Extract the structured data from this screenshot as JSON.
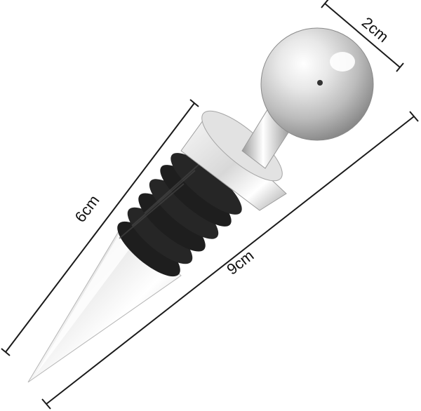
{
  "dimensions": {
    "width_label": "2cm",
    "length_label": "6cm",
    "total_label": "9cm"
  },
  "colors": {
    "background": "#ffffff",
    "line": "#1a1a1a",
    "rubber": "#1e1e1e",
    "chrome_light": "#f4f4f4",
    "chrome_mid": "#c8c8c8",
    "chrome_dark": "#8c8c8c"
  }
}
